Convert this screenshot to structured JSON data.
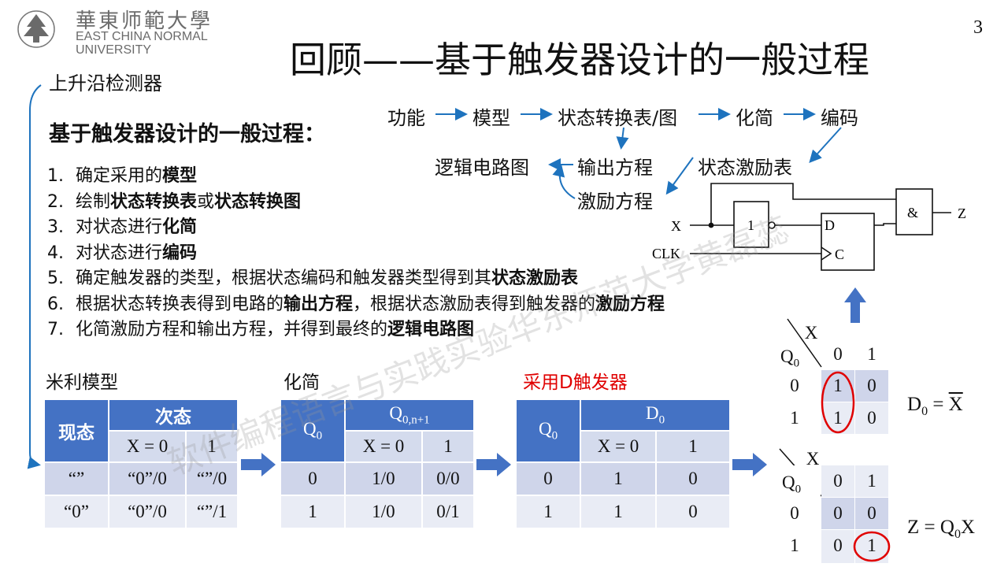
{
  "header": {
    "uni_cn": "華東师範大學",
    "uni_en_1": "EAST CHINA NORMAL",
    "uni_en_2": "UNIVERSITY",
    "title": "回顾——基于触发器设计的一般过程",
    "page": "3"
  },
  "subtitle": "上升沿检测器",
  "heading": "基于触发器设计的一般过程：",
  "steps": [
    {
      "num": "1.",
      "pre": "确定采用的",
      "b1": "模型",
      "mid": "",
      "b2": "",
      "post": ""
    },
    {
      "num": "2.",
      "pre": "绘制",
      "b1": "状态转换表",
      "mid": "或",
      "b2": "状态转换图",
      "post": ""
    },
    {
      "num": "3.",
      "pre": "对状态进行",
      "b1": "化简",
      "mid": "",
      "b2": "",
      "post": ""
    },
    {
      "num": "4.",
      "pre": "对状态进行",
      "b1": "编码",
      "mid": "",
      "b2": "",
      "post": ""
    },
    {
      "num": "5.",
      "pre": "确定触发器的类型，根据状态编码和触发器类型得到其",
      "b1": "状态激励表",
      "mid": "",
      "b2": "",
      "post": ""
    },
    {
      "num": "6.",
      "pre": "根据状态转换表得到电路的",
      "b1": "输出方程",
      "mid": "，根据状态激励表得到触发器的",
      "b2": "激励方程",
      "post": ""
    },
    {
      "num": "7.",
      "pre": "化简激励方程和输出方程，并得到最终的",
      "b1": "逻辑电路图",
      "mid": "",
      "b2": "",
      "post": ""
    }
  ],
  "flow": {
    "n1": "功能",
    "n2": "模型",
    "n3": "状态转换表/图",
    "n4": "化简",
    "n5": "编码",
    "n6": "逻辑电路图",
    "n7": "输出方程",
    "n8": "状态激励表",
    "n9": "激励方程"
  },
  "circuit": {
    "x": "X",
    "clk": "CLK",
    "not": "1",
    "and": "&",
    "d": "D",
    "c": "C",
    "z": "Z"
  },
  "table_mealy": {
    "label": "米利模型",
    "h_cur": "现态",
    "h_next": "次态",
    "c0": "X = 0",
    "c1": "1",
    "rows": [
      [
        "“”",
        "“0”/0",
        "“”/0"
      ],
      [
        "“0”",
        "“0”/0",
        "“”/1"
      ]
    ]
  },
  "table_simplify": {
    "label": "化简",
    "h_cur": "Q",
    "h_cur_sub": "0",
    "h_next": "Q",
    "h_next_sub": "0,n+1",
    "c0": "X = 0",
    "c1": "1",
    "rows": [
      [
        "0",
        "1/0",
        "0/0"
      ],
      [
        "1",
        "1/0",
        "0/1"
      ]
    ]
  },
  "table_d": {
    "label": "采用D触发器",
    "h_cur": "Q",
    "h_cur_sub": "0",
    "h_next": "D",
    "h_next_sub": "0",
    "c0": "X = 0",
    "c1": "1",
    "rows": [
      [
        "0",
        "1",
        "0"
      ],
      [
        "1",
        "1",
        "0"
      ]
    ]
  },
  "kmap_d": {
    "var_x": "X",
    "var_q": "Q",
    "var_q_sub": "0",
    "cols": [
      "0",
      "1"
    ],
    "rows": [
      "0",
      "1"
    ],
    "cells": [
      [
        "1",
        "0"
      ],
      [
        "1",
        "0"
      ]
    ],
    "eq_lhs": "D",
    "eq_sub": "0",
    "eq_rhs": "X"
  },
  "kmap_z": {
    "var_x": "X",
    "var_q": "Q",
    "var_q_sub": "0",
    "cols": [
      "0",
      "1"
    ],
    "rows": [
      "0",
      "1"
    ],
    "cells": [
      [
        "0",
        "0"
      ],
      [
        "0",
        "1"
      ]
    ],
    "eq_lhs": "Z",
    "eq_rhs_q": "Q",
    "eq_rhs_sub": "0",
    "eq_rhs_x": "X"
  },
  "watermark": "软件编程语言与实践实验华东师范大学黄磊蕊",
  "colors": {
    "accent": "#4472c4",
    "red": "#e00000",
    "arrow": "#1e73be"
  }
}
